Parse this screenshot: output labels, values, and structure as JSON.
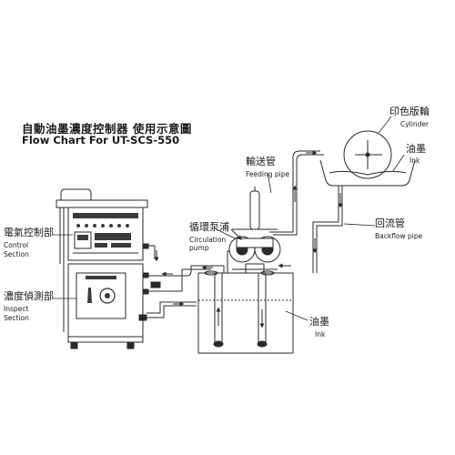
{
  "title": {
    "zh": "自動油墨濃度控制器 使用示意圖",
    "en": "Flow Chart For UT-SCS-550"
  },
  "labels": {
    "control_zh": "電氣控制部",
    "control_en_1": "Control",
    "control_en_2": "Section",
    "inspect_zh": "濃度偵測部",
    "inspect_en_1": "Inspect",
    "inspect_en_2": "Section",
    "pump_zh": "循環泵浦",
    "pump_en_1": "Circulation",
    "pump_en_2": "pump",
    "feeding_zh": "輸送管",
    "feeding_en": "Feeding pipe",
    "cylinder_zh": "印色版輪",
    "cylinder_en": "Cylinder",
    "ink_top_zh": "油墨",
    "ink_top_en": "Ink",
    "backflow_zh": "回流管",
    "backflow_en": "Backflow pipe",
    "ink_bottom_zh": "油墨",
    "ink_bottom_en": "Ink"
  },
  "colors": {
    "line": "#2a2a2a",
    "panel": "#3a3a3a"
  }
}
